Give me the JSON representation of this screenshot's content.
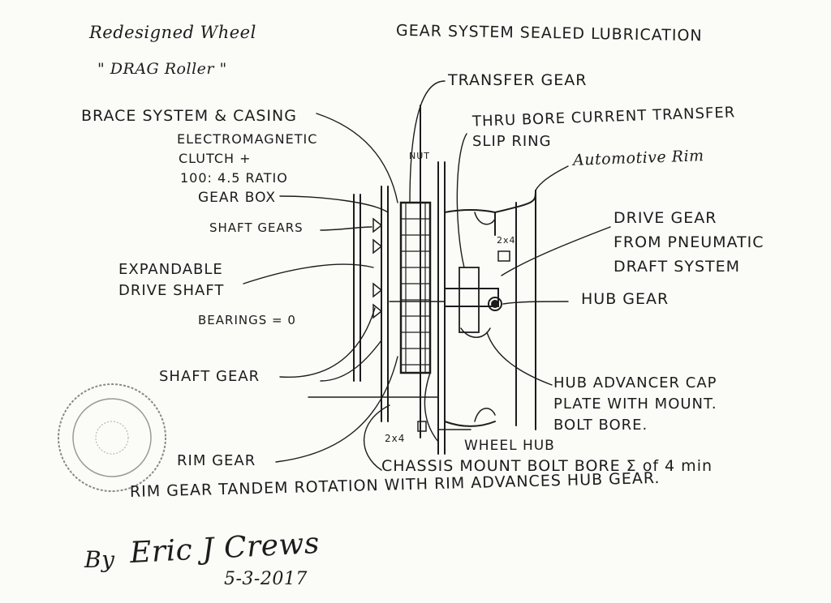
{
  "labels": {
    "title_line1": "Redesigned Wheel",
    "title_line2": "\" DRAG Roller \"",
    "header": "GEAR SYSTEM SEALED LUBRICATION",
    "transfer_gear": "TRANSFER GEAR",
    "brace": "BRACE SYSTEM & CASING",
    "electromagnetic": "ELECTROMAGNETIC",
    "clutch": "CLUTCH +",
    "ratio": "100: 4.5 RATIO",
    "gearbox": "GEAR BOX",
    "thru_bore_1": "THRU BORE CURRENT TRANSFER",
    "thru_bore_2": "SLIP RING",
    "nut": "NUT",
    "automotive_rim": "Automotive Rim",
    "shaft_gears": "SHAFT GEARS",
    "drive_gear_1": "DRIVE GEAR",
    "drive_gear_2": "FROM PNEUMATIC",
    "drive_gear_3": "DRAFT SYSTEM",
    "two_by_four_top": "2x4",
    "expandable_1": "EXPANDABLE",
    "expandable_2": "DRIVE SHAFT",
    "hub_gear": "HUB GEAR",
    "bearings": "BEARINGS = 0",
    "shaft_gear": "SHAFT GEAR",
    "hub_adv_1": "HUB ADVANCER CAP",
    "hub_adv_2": "PLATE WITH MOUNT.",
    "hub_adv_3": "BOLT BORE.",
    "two_by_four_bottom": "2x4",
    "wheel_hub": "WHEEL HUB",
    "rim_gear": "RIM GEAR",
    "chassis": "CHASSIS MOUNT BOLT BORE Σ of 4 min",
    "rim_tandem": "RIM GEAR TANDEM ROTATION WITH RIM ADVANCES HUB GEAR.",
    "by": "By",
    "signature": "Eric J Crews",
    "date": "5-3-2017"
  },
  "colors": {
    "ink": "#1c1c1c",
    "paper": "#fbfbf8",
    "stamp": "#8a8a8a"
  }
}
